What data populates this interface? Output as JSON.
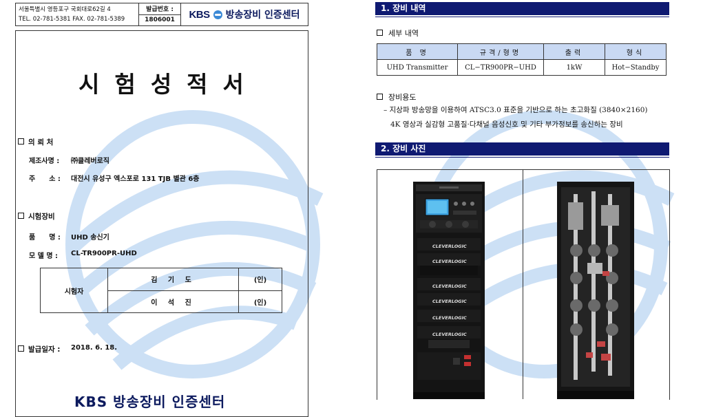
{
  "header": {
    "address_line1": "서울특별시 영등포구 국회대로62길 4",
    "address_line2": "TEL. 02-781-5381 FAX. 02-781-5389",
    "issue_no_label": "발급번호 :",
    "issue_no": "1806001",
    "logo_kbs": "KBS",
    "logo_center": "방송장비 인증센터"
  },
  "certificate": {
    "title": "시험성적서",
    "client_section": "의 뢰 처",
    "maker_label": "제조사명 :",
    "maker": "㈜클레버로직",
    "address_label": "주　　소 :",
    "address": "대전시 유성구 엑스포로 131 TJB 별관 6층",
    "equipment_section": "시험장비",
    "product_label": "품　　명 :",
    "product": "UHD 송신기",
    "model_label": "모 델 명 :",
    "model": "CL-TR900PR-UHD",
    "testers_label": "시험자",
    "tester1": "김 기 도",
    "tester2": "이 석 진",
    "seal": "(인)",
    "issue_date_label": "발급일자 :",
    "issue_date": "2018. 6. 18.",
    "footer": "KBS 방송장비 인증센터"
  },
  "right": {
    "section1": "1. 장비 내역",
    "detail_heading": "세부 내역",
    "table_headers": [
      "품 명",
      "규격/형명",
      "출력",
      "형식"
    ],
    "table_rows": [
      [
        "UHD Transmitter",
        "CL−TR900PR−UHD",
        "1kW",
        "Hot−Standby"
      ]
    ],
    "usage_heading": "장비용도",
    "usage_line1": "– 지상파 방송망을 이용하여 ATSC3.0 표준을 기반으로 하는 초고화질 (3840×2160)",
    "usage_line2": "4K 영상과 실감형 고품질·다채널 음성신호 및 기타 부가정보를 송신하는 장비",
    "section2": "2. 장비 사진",
    "rack_brand": "CLEVERLOGIC"
  },
  "colors": {
    "navy_bar": "#0f1a72",
    "table_header": "#c9d9f3",
    "kbs_blue": "#0c1a5e",
    "watermark": "#bcd6f2"
  }
}
